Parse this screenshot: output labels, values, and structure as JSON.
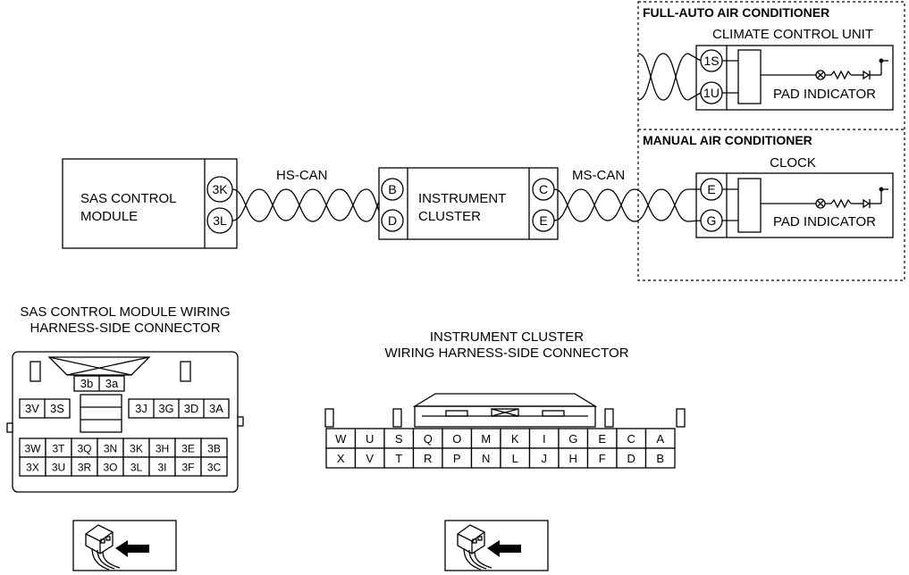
{
  "full_auto": {
    "title": "FULL-AUTO AIR CONDITIONER",
    "unit": "CLIMATE CONTROL UNIT",
    "pins": [
      "1S",
      "1U"
    ],
    "indicator": "PAD INDICATOR"
  },
  "manual": {
    "title": "MANUAL AIR CONDITIONER",
    "unit": "CLOCK",
    "pins": [
      "E",
      "G"
    ],
    "indicator": "PAD INDICATOR"
  },
  "sas": {
    "line1": "SAS CONTROL",
    "line2": "MODULE",
    "pins": [
      "3K",
      "3L"
    ]
  },
  "cluster": {
    "line1": "INSTRUMENT",
    "line2": "CLUSTER",
    "left_pins": [
      "B",
      "D"
    ],
    "right_pins": [
      "C",
      "E"
    ]
  },
  "buses": {
    "hs": "HS-CAN",
    "ms": "MS-CAN"
  },
  "sas_connector": {
    "title1": "SAS CONTROL MODULE WIRING",
    "title2": "HARNESS-SIDE CONNECTOR",
    "top_pins": [
      "3b",
      "3a"
    ],
    "row1_left": [
      "3V",
      "3S"
    ],
    "row1_right": [
      "3J",
      "3G",
      "3D",
      "3A"
    ],
    "row2": [
      "3W",
      "3T",
      "3Q",
      "3N",
      "3K",
      "3H",
      "3E",
      "3B"
    ],
    "row3": [
      "3X",
      "3U",
      "3R",
      "3O",
      "3L",
      "3I",
      "3F",
      "3C"
    ]
  },
  "cluster_connector": {
    "title1": "INSTRUMENT CLUSTER",
    "title2": "WIRING HARNESS-SIDE CONNECTOR",
    "row1": [
      "W",
      "U",
      "S",
      "Q",
      "O",
      "M",
      "K",
      "I",
      "G",
      "E",
      "C",
      "A"
    ],
    "row2": [
      "X",
      "V",
      "T",
      "R",
      "P",
      "N",
      "L",
      "J",
      "H",
      "F",
      "D",
      "B"
    ]
  }
}
